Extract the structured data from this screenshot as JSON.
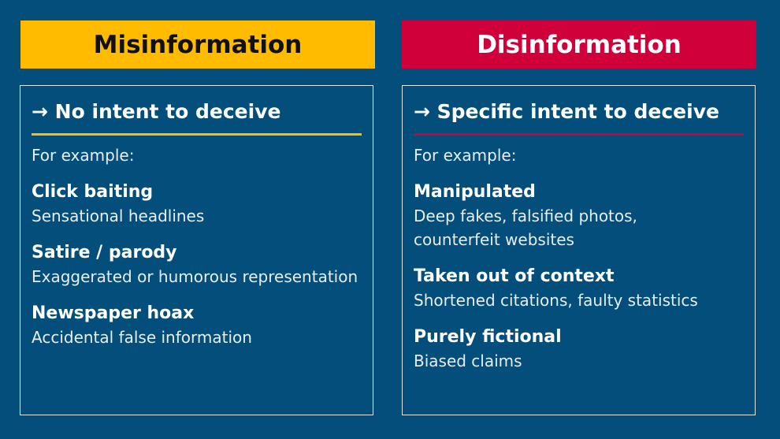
{
  "colors": {
    "background": "#034e7b",
    "misinformation": "#ffbb00",
    "disinformation": "#d0003a"
  },
  "columns": [
    {
      "title": "Misinformation",
      "intent": "→ No intent to deceive",
      "example_label": "For example:",
      "items": [
        {
          "title": "Click baiting",
          "desc": "Sensational headlines"
        },
        {
          "title": "Satire / parody",
          "desc": "Exaggerated or humorous representation"
        },
        {
          "title": "Newspaper hoax",
          "desc": "Accidental false information"
        }
      ]
    },
    {
      "title": "Disinformation",
      "intent": "→ Specific intent to deceive",
      "example_label": "For example:",
      "items": [
        {
          "title": "Manipulated",
          "desc": "Deep fakes, falsified photos, counterfeit websites"
        },
        {
          "title": "Taken out of context",
          "desc": "Shortened citations, faulty statistics"
        },
        {
          "title": "Purely fictional",
          "desc": "Biased claims"
        }
      ]
    }
  ]
}
